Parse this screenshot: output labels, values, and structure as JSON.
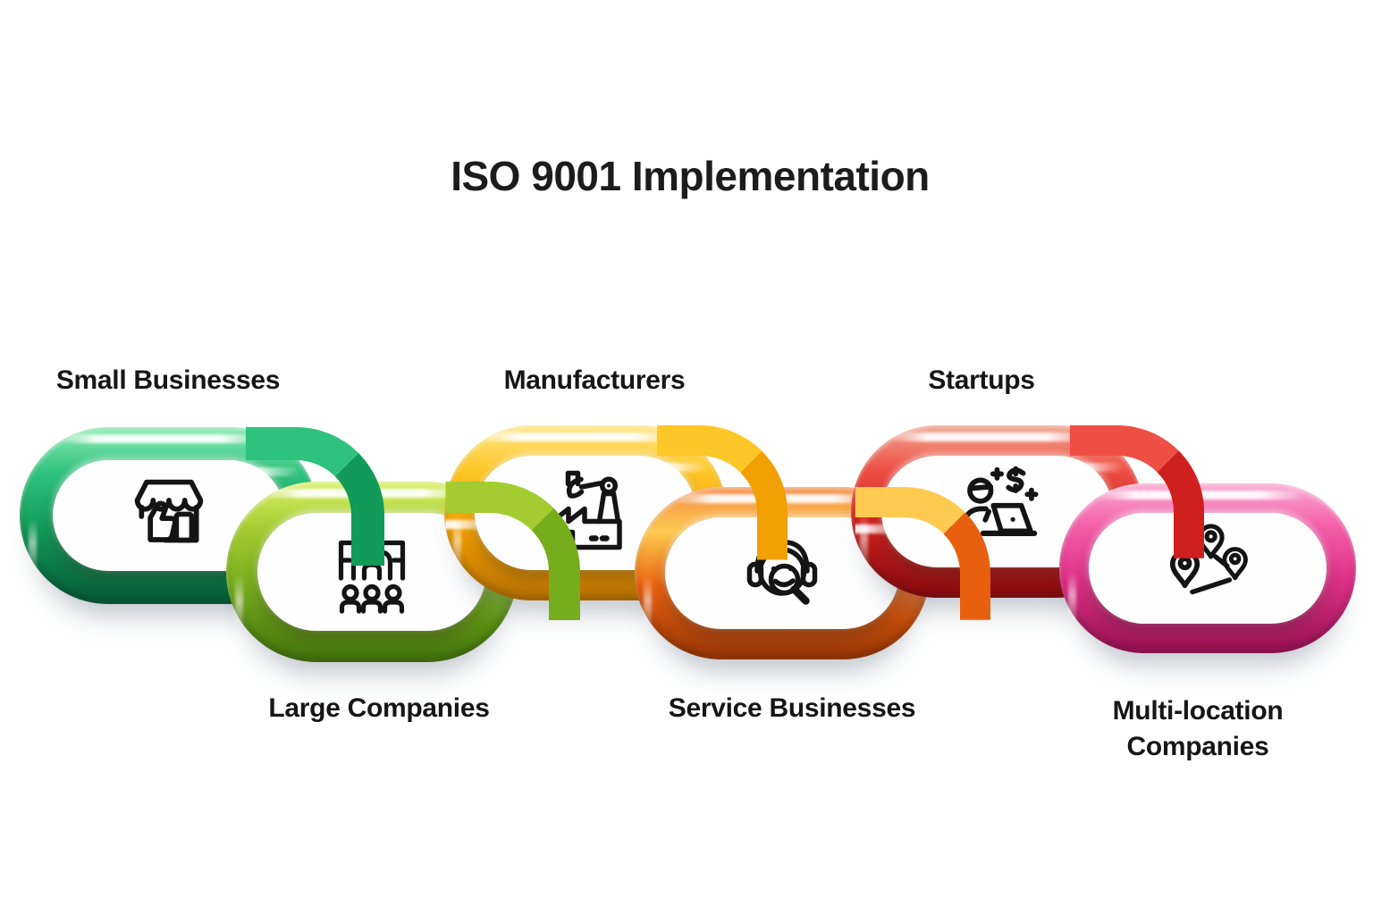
{
  "title": "ISO 9001 Implementation",
  "colors": {
    "background": "#ffffff",
    "title_color": "#1c1c1c",
    "label_color": "#161616",
    "icon_stroke": "#141414"
  },
  "items": [
    {
      "label": "Small Businesses",
      "label_position": "top",
      "icon": "storefront-thumbs-up-icon",
      "colors": {
        "light": "#7de6ad",
        "band": "#2fc27c",
        "mid": "#129a58",
        "dark": "#07603a"
      }
    },
    {
      "label": "Large Companies",
      "label_position": "bottom",
      "icon": "headquarters-team-icon",
      "colors": {
        "light": "#d4ec62",
        "band": "#a3cc30",
        "mid": "#76ad1d",
        "dark": "#47790e"
      }
    },
    {
      "label": "Manufacturers",
      "label_position": "top",
      "icon": "factory-robot-arm-icon",
      "colors": {
        "light": "#ffe37a",
        "band": "#ffc627",
        "mid": "#f29f00",
        "dark": "#bd7500"
      }
    },
    {
      "label": "Service Businesses",
      "label_position": "bottom",
      "icon": "support-headset-magnifier-icon",
      "colors": {
        "light": "#f5924a",
        "band": "#ffca50",
        "mid": "#e8600f",
        "dark": "#9f3a06"
      }
    },
    {
      "label": "Startups",
      "label_position": "top",
      "icon": "founder-laptop-dollar-icon",
      "colors": {
        "light": "#f09a86",
        "band": "#ee4f45",
        "mid": "#cf1f1e",
        "dark": "#8d0d10"
      }
    },
    {
      "label": "Multi-location Companies",
      "label_position": "bottom",
      "icon": "map-pins-network-icon",
      "colors": {
        "light": "#f9a0cc",
        "band": "#f45ca8",
        "mid": "#dd2f87",
        "dark": "#a01458"
      }
    }
  ]
}
